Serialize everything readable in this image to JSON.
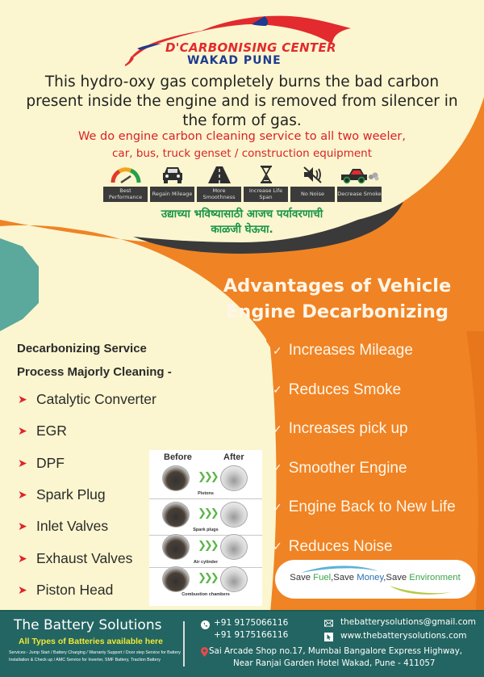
{
  "logo": {
    "title_part1": "D'CARBONISING",
    "title_part2": "CENTER",
    "subtitle": "WAKAD PUNE"
  },
  "intro": {
    "text": "This hydro-oxy gas completely burns the bad carbon present inside the engine and is removed from silencer in the form of gas.",
    "service_line1": "We do engine carbon cleaning service to all two weeler,",
    "service_line2": "car, bus, truck genset / construction equipment"
  },
  "benefits": [
    {
      "icon": "speedometer-icon",
      "label": "Best Performance"
    },
    {
      "icon": "car-front-icon",
      "label": "Regain Mileage"
    },
    {
      "icon": "road-icon",
      "label": "More Smoothness"
    },
    {
      "icon": "hourglass-icon",
      "label": "Increase Life Span"
    },
    {
      "icon": "mute-speaker-icon",
      "label": "No Noise"
    },
    {
      "icon": "car-smoke-icon",
      "label": "Decrease Smoke"
    }
  ],
  "marathi": {
    "line1": "उद्याच्या भविष्यासाठी आजच पर्यावरणाची",
    "line2": "काळजी घेऊया."
  },
  "advantages": {
    "title_line1": "Advantages of Vehicle",
    "title_line2": "Engine Decarbonizing",
    "check_glyph": "✓",
    "items": [
      "Increases Mileage",
      "Reduces Smoke",
      "Increases pick up",
      "Smoother Engine",
      "Engine Back to New Life",
      "Reduces Noise"
    ]
  },
  "process": {
    "title_line1": "Decarbonizing Service",
    "title_line2": "Process Majorly Cleaning -",
    "arrow_glyph": "➤",
    "items": [
      "Catalytic Converter",
      "EGR",
      "DPF",
      "Spark Plug",
      "Inlet Valves",
      "Exhaust Valves",
      "Piston Head"
    ]
  },
  "before_after": {
    "before_label": "Before",
    "after_label": "After",
    "chevrons": "❯❯❯",
    "rows": [
      "Pistons",
      "Spark plugs",
      "Air cylinder",
      "Combustion chambers"
    ]
  },
  "slogan": {
    "save1": "Save ",
    "fuel": "Fuel",
    "save2": ",Save ",
    "money": "Money",
    "save3": ",Save ",
    "environment": "Environment"
  },
  "footer": {
    "brand_name": "The Battery Solutions",
    "tagline": "All Types of Batteries available here",
    "services": "Services:- Jump Start / Battery Charging / Warranty Support / Door step Service for Battery Installation & Check up / AMC Service for Inverter, SMF Battery, Traction Battery",
    "phone1": "+91 9175066116",
    "phone2": "+91 9175166116",
    "email": "thebatterysolutions@gmail.com",
    "website": "www.thebatterysolutions.com",
    "address_line1": "Sai Arcade Shop no.17, Mumbai Bangalore Express Highway,",
    "address_line2": "Near Ranjai Garden Hotel Wakad, Pune - 411057"
  },
  "colors": {
    "orange": "#f08324",
    "cream": "#fbf6cf",
    "teal": "#236562",
    "red": "#e32a2e",
    "navy": "#1f3a8f",
    "green": "#1a9448",
    "yellow": "#f0e836"
  }
}
